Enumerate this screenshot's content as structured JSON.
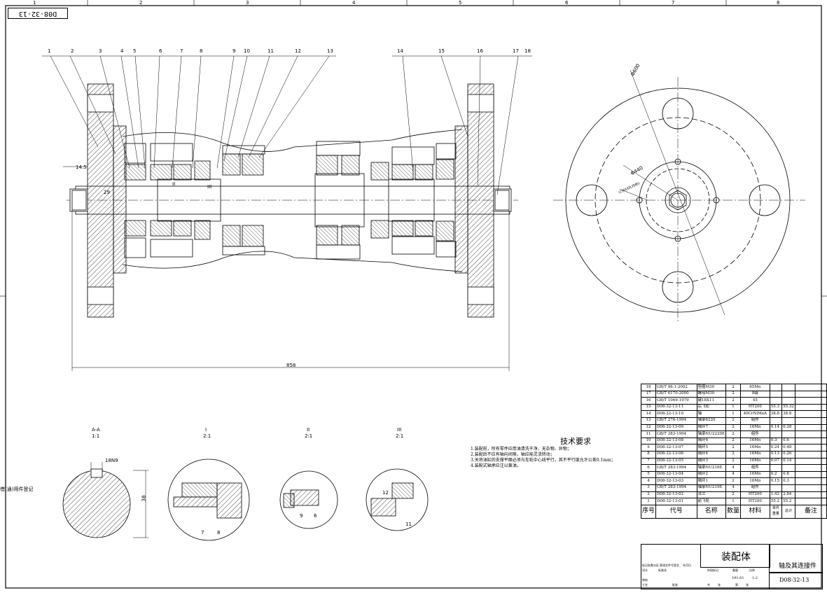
{
  "drawing_code_stamp": "D08-32-13",
  "zone_columns": [
    "1",
    "2",
    "3",
    "4",
    "5",
    "6",
    "7",
    "8"
  ],
  "balloons": [
    "1",
    "2",
    "3",
    "4",
    "5",
    "6",
    "7",
    "8",
    "9",
    "10",
    "11",
    "12",
    "13",
    "14",
    "15",
    "16",
    "17",
    "18"
  ],
  "dimensions": {
    "overall_length": "858",
    "flange_offset": "14.5",
    "shaft_step": "29",
    "section_views": [
      "I",
      "II",
      "III"
    ],
    "phi_big": "Φ600",
    "phi_mid": "Φ440",
    "phi_bolt": "∅30(4孔均布)"
  },
  "detail_views": [
    {
      "title": "A-A",
      "scale": "1:1"
    },
    {
      "title": "I",
      "scale": "2:1"
    },
    {
      "title": "II",
      "scale": "2:1"
    },
    {
      "title": "III",
      "scale": "2:1"
    }
  ],
  "detail_dims": {
    "key_width": "18N9",
    "diameter": "38",
    "a": "7",
    "b": "8",
    "c": "9",
    "d": "6",
    "e": "11",
    "f": "12"
  },
  "technical_requirements": {
    "title": "技术要求",
    "items": [
      "1.装配前，所有零件应用油清洗干净，无杂物、异物；",
      "2.装配后不应有轴向间隙，轴应能灵活转动；",
      "3.关将油缸的支撑平面必须与车轮中心线平行，其不平行度允许公差0.1mm；",
      "4.装配式轴承应注以黄油。"
    ]
  },
  "bom": {
    "rows": [
      [
        "18",
        "GB/T 96.1-2002",
        "垫圈M30",
        "2",
        "65Mn",
        "",
        ""
      ],
      [
        "17",
        "GB/T 6170-2000",
        "螺母M30",
        "2",
        "8级",
        "",
        ""
      ],
      [
        "16",
        "GB/T 1069-1979",
        "键18X11",
        "2",
        "45",
        "",
        ""
      ],
      [
        "15",
        "D08-32-13-11",
        "后飞轮",
        "1",
        "HT200",
        "55.3",
        "55.32"
      ],
      [
        "14",
        "D08-32-13-10",
        "轴",
        "1",
        "40CrNiMoA",
        "38.8",
        "38.8"
      ],
      [
        "13",
        "GB/T 276-1994",
        "轴承6220",
        "2",
        "组件",
        "",
        ""
      ],
      [
        "12",
        "D08-32-13-09",
        "隔环7",
        "2",
        "16Mn",
        "0.14",
        "0.28"
      ],
      [
        "11",
        "GB/T 283-1994",
        "轴承NU2220E",
        "2",
        "组件",
        "",
        ""
      ],
      [
        "10",
        "D08-32-13-08",
        "隔环6",
        "2",
        "16Mn",
        "0.3",
        "0.6"
      ],
      [
        "9",
        "D08-32-13-07",
        "隔环5",
        "2",
        "16Mn",
        "0.24",
        "0.48"
      ],
      [
        "8",
        "D08-32-13-06",
        "隔环4",
        "2",
        "16Mn",
        "0.13",
        "0.26"
      ],
      [
        "7",
        "D08-32-13-05",
        "隔环3",
        "2",
        "16Mn",
        "0.07",
        "0.14"
      ],
      [
        "6",
        "GB/T 283-1994",
        "轴承NU216E",
        "4",
        "组件",
        "",
        ""
      ],
      [
        "5",
        "D08-32-13-04",
        "隔环2",
        "4",
        "16Mn",
        "0.2",
        "0.8"
      ],
      [
        "4",
        "D08-32-13-03",
        "隔环1",
        "2",
        "16Mn",
        "0.15",
        "0.3"
      ],
      [
        "3",
        "GB/T 283-1994",
        "轴承NU219E",
        "4",
        "组件",
        "",
        ""
      ],
      [
        "2",
        "D08-32-13-02",
        "法兰",
        "2",
        "HT200",
        "1.42",
        "2.84"
      ],
      [
        "1",
        "D08-32-13-01",
        "前飞轮",
        "1",
        "HT200",
        "55.2",
        "55.2"
      ]
    ],
    "header": {
      "seq": "序号",
      "code": "代号",
      "name": "名称",
      "qty": "数量",
      "material": "材料",
      "unit": "单件",
      "total": "总计",
      "weight": "重量",
      "remark": "备注"
    }
  },
  "title_block": {
    "assembly": "装配体",
    "name": "轴及其连接件",
    "drawing_no": "D08-32-13",
    "weight": "191.61",
    "scale": "1:2",
    "small_labels": [
      "标记",
      "处数",
      "分区",
      "更改文件号",
      "签名",
      "年月日",
      "设计",
      "标准化",
      "阶段标记",
      "重量",
      "比例",
      "审核",
      "工艺",
      "批准",
      "共",
      "张",
      "第",
      "张"
    ]
  },
  "left_margin_label": "借(通)用件登记"
}
